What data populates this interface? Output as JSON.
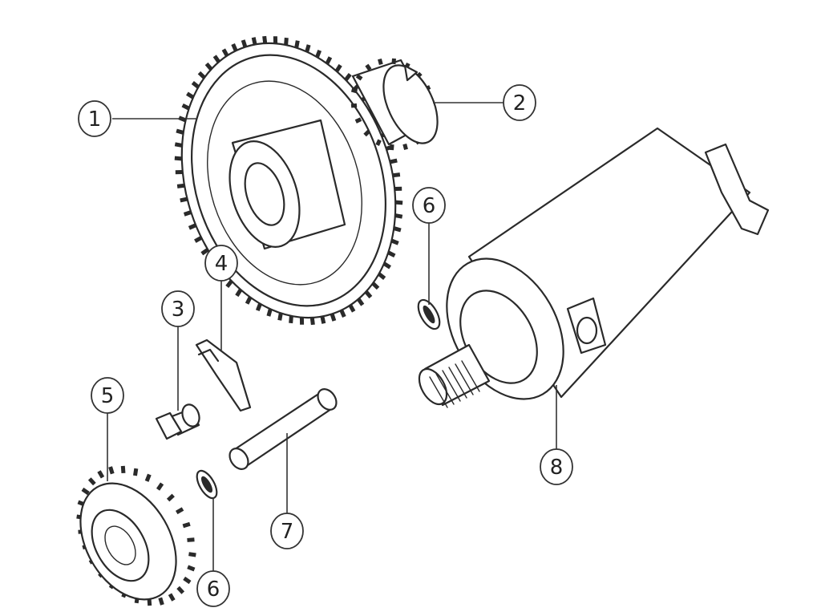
{
  "callouts": [
    {
      "id": "c1",
      "label": "1"
    },
    {
      "id": "c2",
      "label": "2"
    },
    {
      "id": "c3",
      "label": "3"
    },
    {
      "id": "c4",
      "label": "4"
    },
    {
      "id": "c5",
      "label": "5"
    },
    {
      "id": "c6a",
      "label": "6"
    },
    {
      "id": "c6b",
      "label": "6"
    },
    {
      "id": "c7",
      "label": "7"
    },
    {
      "id": "c8",
      "label": "8"
    }
  ],
  "colors": {
    "line": "#2a2a2a",
    "background": "#ffffff"
  }
}
